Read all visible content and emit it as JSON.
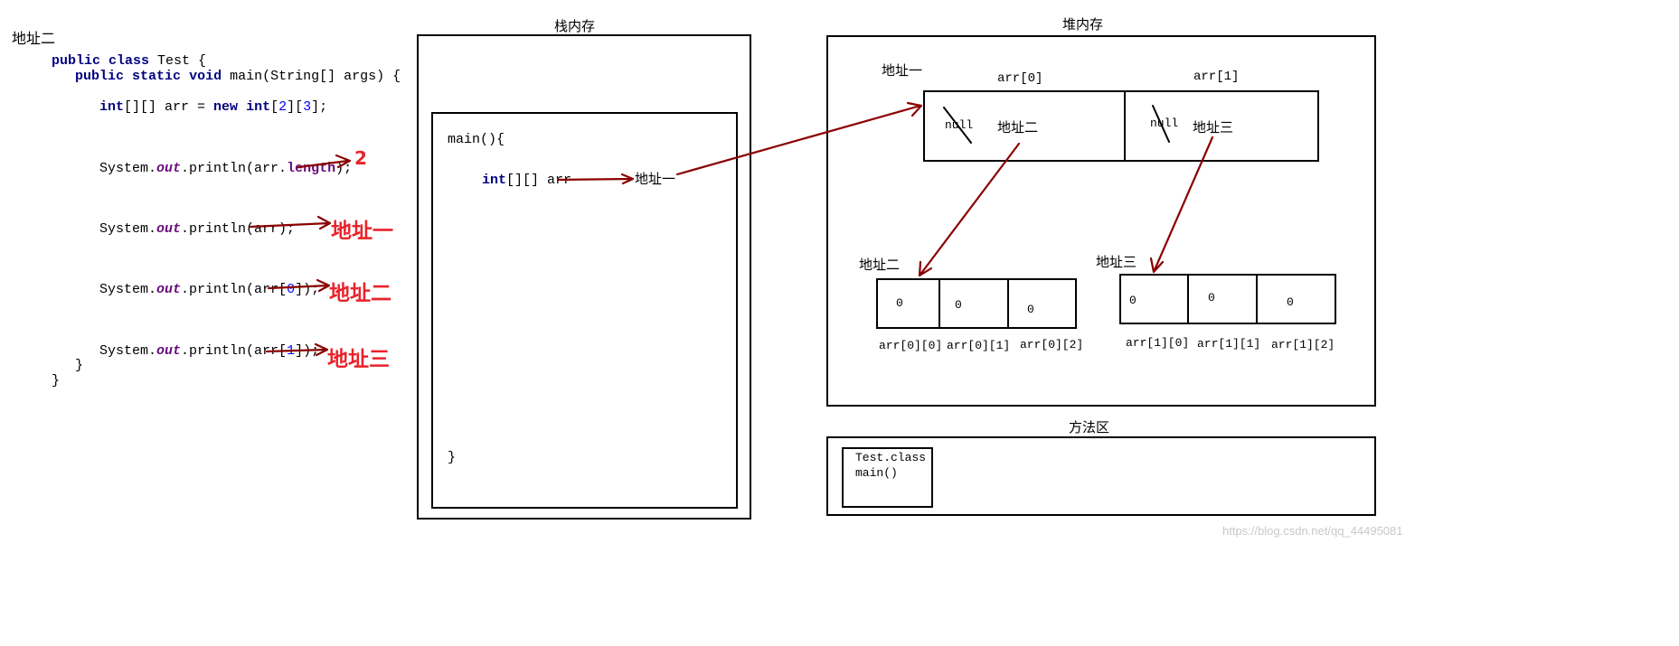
{
  "code": {
    "top_label": "地址二",
    "line_class": {
      "kw1": "public",
      "kw2": "class",
      "name": " Test {"
    },
    "line_main": {
      "kw1": "public",
      "kw2": "static",
      "kw3": "void",
      "rest": " main(String[] args) {"
    },
    "line_decl": {
      "t1": "int",
      "t2": "[][] arr = ",
      "kw": "new",
      "t3": "int",
      "n1": "2",
      "n2": "3",
      "end": ";"
    },
    "line_p1": {
      "a": "System.",
      "b": "out",
      "c": ".println(arr.",
      "d": "length",
      "e": ");"
    },
    "line_p2": {
      "a": "System.",
      "b": "out",
      "c": ".println(arr);"
    },
    "line_p3": {
      "a": "System.",
      "b": "out",
      "c": ".println(arr[",
      "n": "0",
      "e": "]);"
    },
    "line_p4": {
      "a": "System.",
      "b": "out",
      "c": ".println(arr[",
      "n": "1",
      "e": "]);"
    },
    "close_inner": "}",
    "close_outer": "}"
  },
  "annotations": {
    "out1": "2",
    "out2": "地址一",
    "out3": "地址二",
    "out4": "地址三"
  },
  "stack": {
    "title": "栈内存",
    "frame_open": "main(){",
    "var_type": "int",
    "var_rest": "[][] arr",
    "var_value": "地址一",
    "frame_close": "}"
  },
  "heap": {
    "title": "堆内存",
    "outer_label": "地址一",
    "outer_cells": [
      {
        "header": "arr[0]",
        "old": "null",
        "value": "地址二"
      },
      {
        "header": "arr[1]",
        "old": "null",
        "value": "地址三"
      }
    ],
    "inner_arrays": [
      {
        "label": "地址二",
        "cells": [
          "0",
          "0",
          "0"
        ],
        "indices": [
          "arr[0][0]",
          "arr[0][1]",
          "arr[0][2]"
        ]
      },
      {
        "label": "地址三",
        "cells": [
          "0",
          "0",
          "0"
        ],
        "indices": [
          "arr[1][0]",
          "arr[1][1]",
          "arr[1][2]"
        ]
      }
    ]
  },
  "method_area": {
    "title": "方法区",
    "line1": "Test.class",
    "line2": "main()"
  },
  "watermark": "https://blog.csdn.net/qq_44495081",
  "colors": {
    "arrow": "#8b0000",
    "annotation": "#e8232b",
    "keyword": "#000080",
    "number": "#0000ff",
    "field": "#660e7a"
  }
}
